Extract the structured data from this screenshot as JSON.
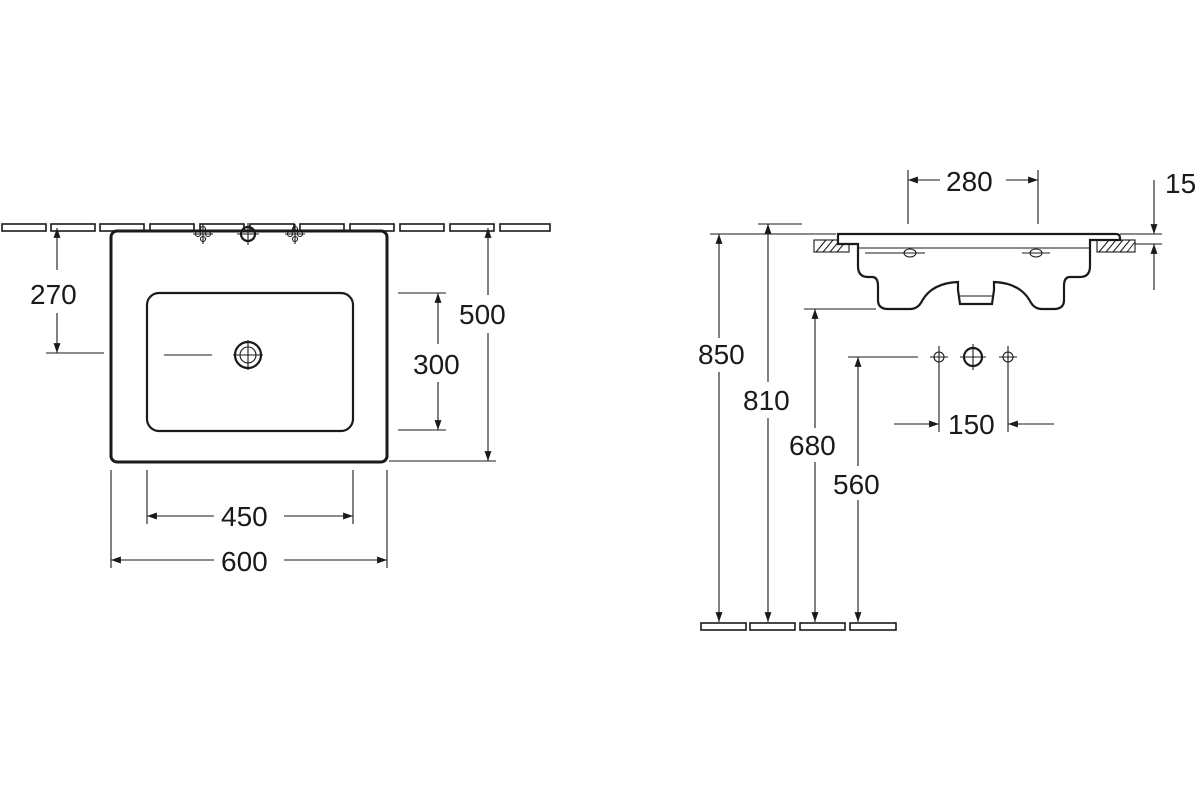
{
  "top_view": {
    "dim_width_overall": "600",
    "dim_width_basin": "450",
    "dim_depth_overall": "500",
    "dim_depth_basin": "300",
    "dim_wall_to_drain": "270"
  },
  "side_view": {
    "dim_tap_spacing": "280",
    "dim_rim_thickness": "15",
    "dim_height_rim": "850",
    "dim_height_underside": "810",
    "dim_height_waste": "680",
    "dim_height_supply": "560",
    "dim_supply_spacing": "150"
  }
}
